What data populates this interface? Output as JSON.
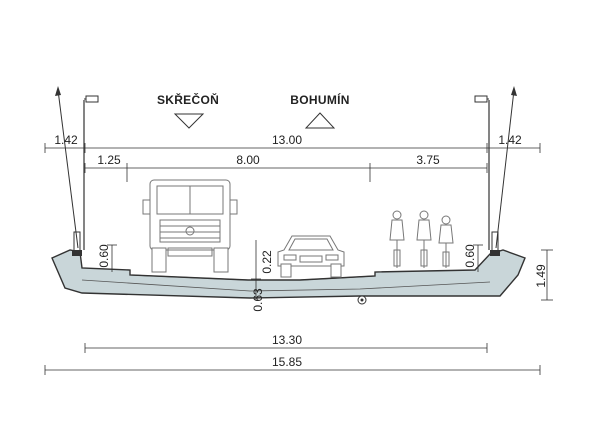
{
  "directions": {
    "left": "SKŘEČOŇ",
    "right": "BOHUMÍN"
  },
  "dimensions": {
    "total_top": "13.00",
    "left_offset": "1.42",
    "right_offset": "1.42",
    "left_strip": "1.25",
    "carriageway": "8.00",
    "right_strip": "3.75",
    "left_barrier_height": "0.60",
    "right_barrier_height": "0.60",
    "surface_level": "0.22",
    "deck_depth": "0.63",
    "structure_height": "1.49",
    "deck_width": "13.30",
    "overall_width": "15.85"
  },
  "colors": {
    "deck_fill": "#c9d6d9",
    "line": "#333333",
    "vehicle": "#777777"
  }
}
